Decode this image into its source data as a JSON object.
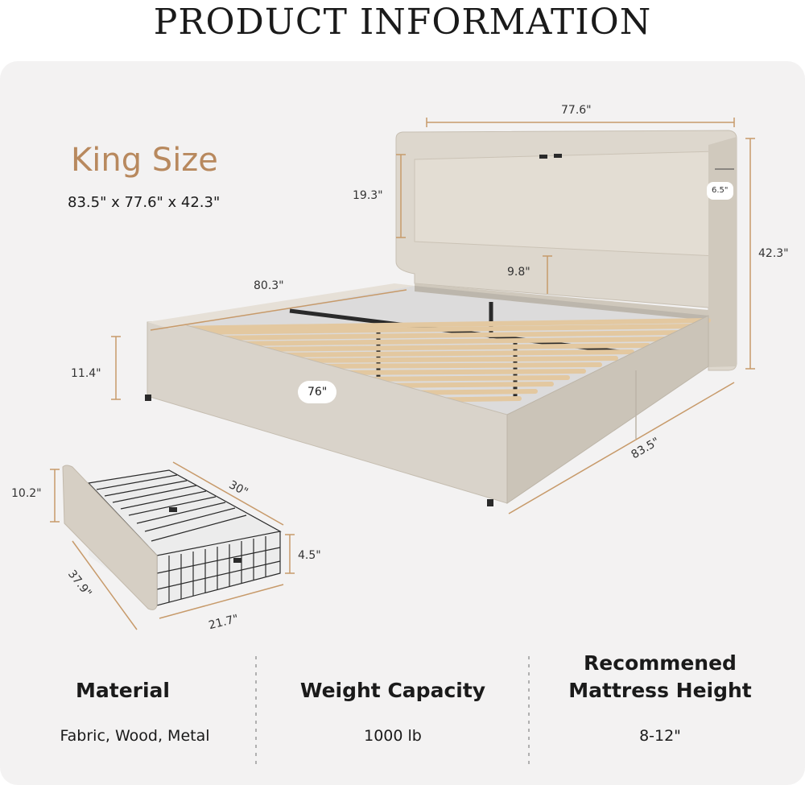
{
  "header": {
    "title": "PRODUCT INFORMATION"
  },
  "size": {
    "title": "King Size",
    "dimensions": "83.5\" x 77.6\" x 42.3\""
  },
  "bed_dims": {
    "headboard_width": "77.6\"",
    "wing_depth": "6.5\"",
    "headboard_panel_height": "19.3\"",
    "total_height": "42.3\"",
    "side_rail_length": "80.3\"",
    "headboard_clearance": "9.8\"",
    "frame_height": "11.4\"",
    "inner_width": "76\"",
    "total_length": "83.5\""
  },
  "drawer_dims": {
    "front_height": "10.2\"",
    "depth": "30\"",
    "basket_height": "4.5\"",
    "length": "37.9\"",
    "basket_width": "21.7\""
  },
  "specs": [
    {
      "label": "Material",
      "value": "Fabric, Wood,  Metal"
    },
    {
      "label": "Weight Capacity",
      "value": "1000 lb"
    },
    {
      "label_line1": "Recommened",
      "label_line2": "Mattress Height",
      "value": "8-12\""
    }
  ],
  "colors": {
    "accent": "#b8895e",
    "panel_bg": "#f3f2f2",
    "fabric": "#d9d3ca",
    "slat": "#e3c8a0",
    "metal": "#2a2a2a"
  }
}
